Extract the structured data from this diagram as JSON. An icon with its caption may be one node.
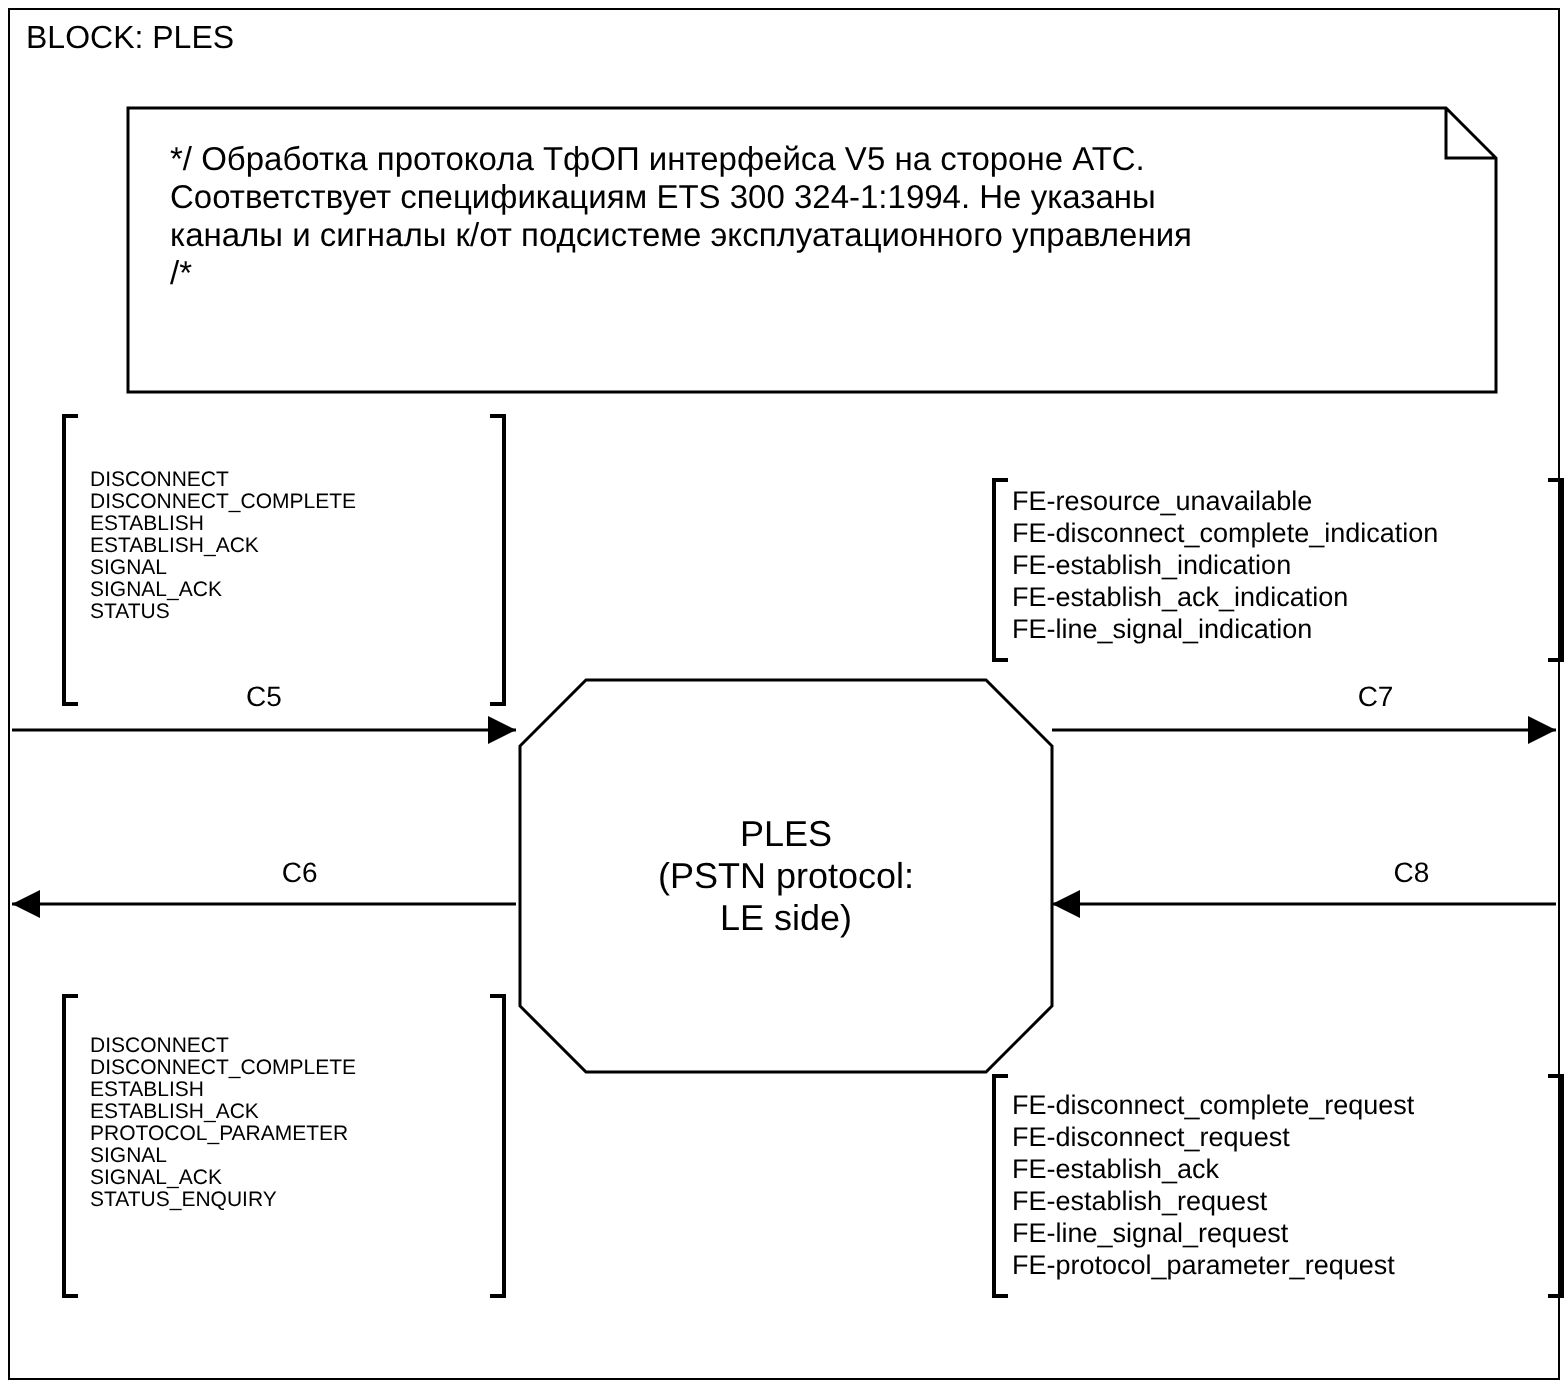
{
  "diagram": {
    "nodes": [
      {
        "text": [
          "BLOCK: PLES"
        ]
      },
      {
        "text": [
          "*/ Обработка протокола ТфОП интерфейса V5 на стороне АТС. Соответствует спецификациям ETS 300 324-1:1994. Не указаны каналы и сигналы к/от подсистеме эксплуатационного управления /*"
        ],
        "in": 0
      },
      {
        "text": [
          "PLES",
          "(PSTN protocol: LE side)"
        ],
        "in": 0
      }
    ],
    "edges": [
      {
        "from": null,
        "to": 2,
        "arrow": "to",
        "label": "C5"
      },
      {
        "from": 2,
        "to": null,
        "arrow": "to",
        "label": "C6"
      },
      {
        "from": 2,
        "to": null,
        "arrow": "to",
        "label": "C7"
      },
      {
        "from": null,
        "to": 2,
        "arrow": "to",
        "label": "C8"
      }
    ],
    "labels": [
      "DISCONNECT",
      "DISCONNECT_COMPLETE",
      "ESTABLISH",
      "ESTABLISH_ACK",
      "SIGNAL",
      "SIGNAL_ACK",
      "STATUS",
      "FE-resource_unavailable",
      "FE-disconnect_complete_indication",
      "FE-establish_indication",
      "FE-establish_ack_indication",
      "FE-line_signal_indication",
      "DISCONNECT",
      "DISCONNECT_COMPLETE",
      "ESTABLISH",
      "ESTABLISH_ACK",
      "PROTOCOL_PARAMETER",
      "SIGNAL",
      "SIGNAL_ACK",
      "STATUS_ENQUIRY",
      "FE-disconnect_complete_request",
      "FE-disconnect_request",
      "FE-establish_ack",
      "FE-establish_request",
      "FE-line_signal_request",
      "FE-protocol_parameter_request"
    ]
  }
}
